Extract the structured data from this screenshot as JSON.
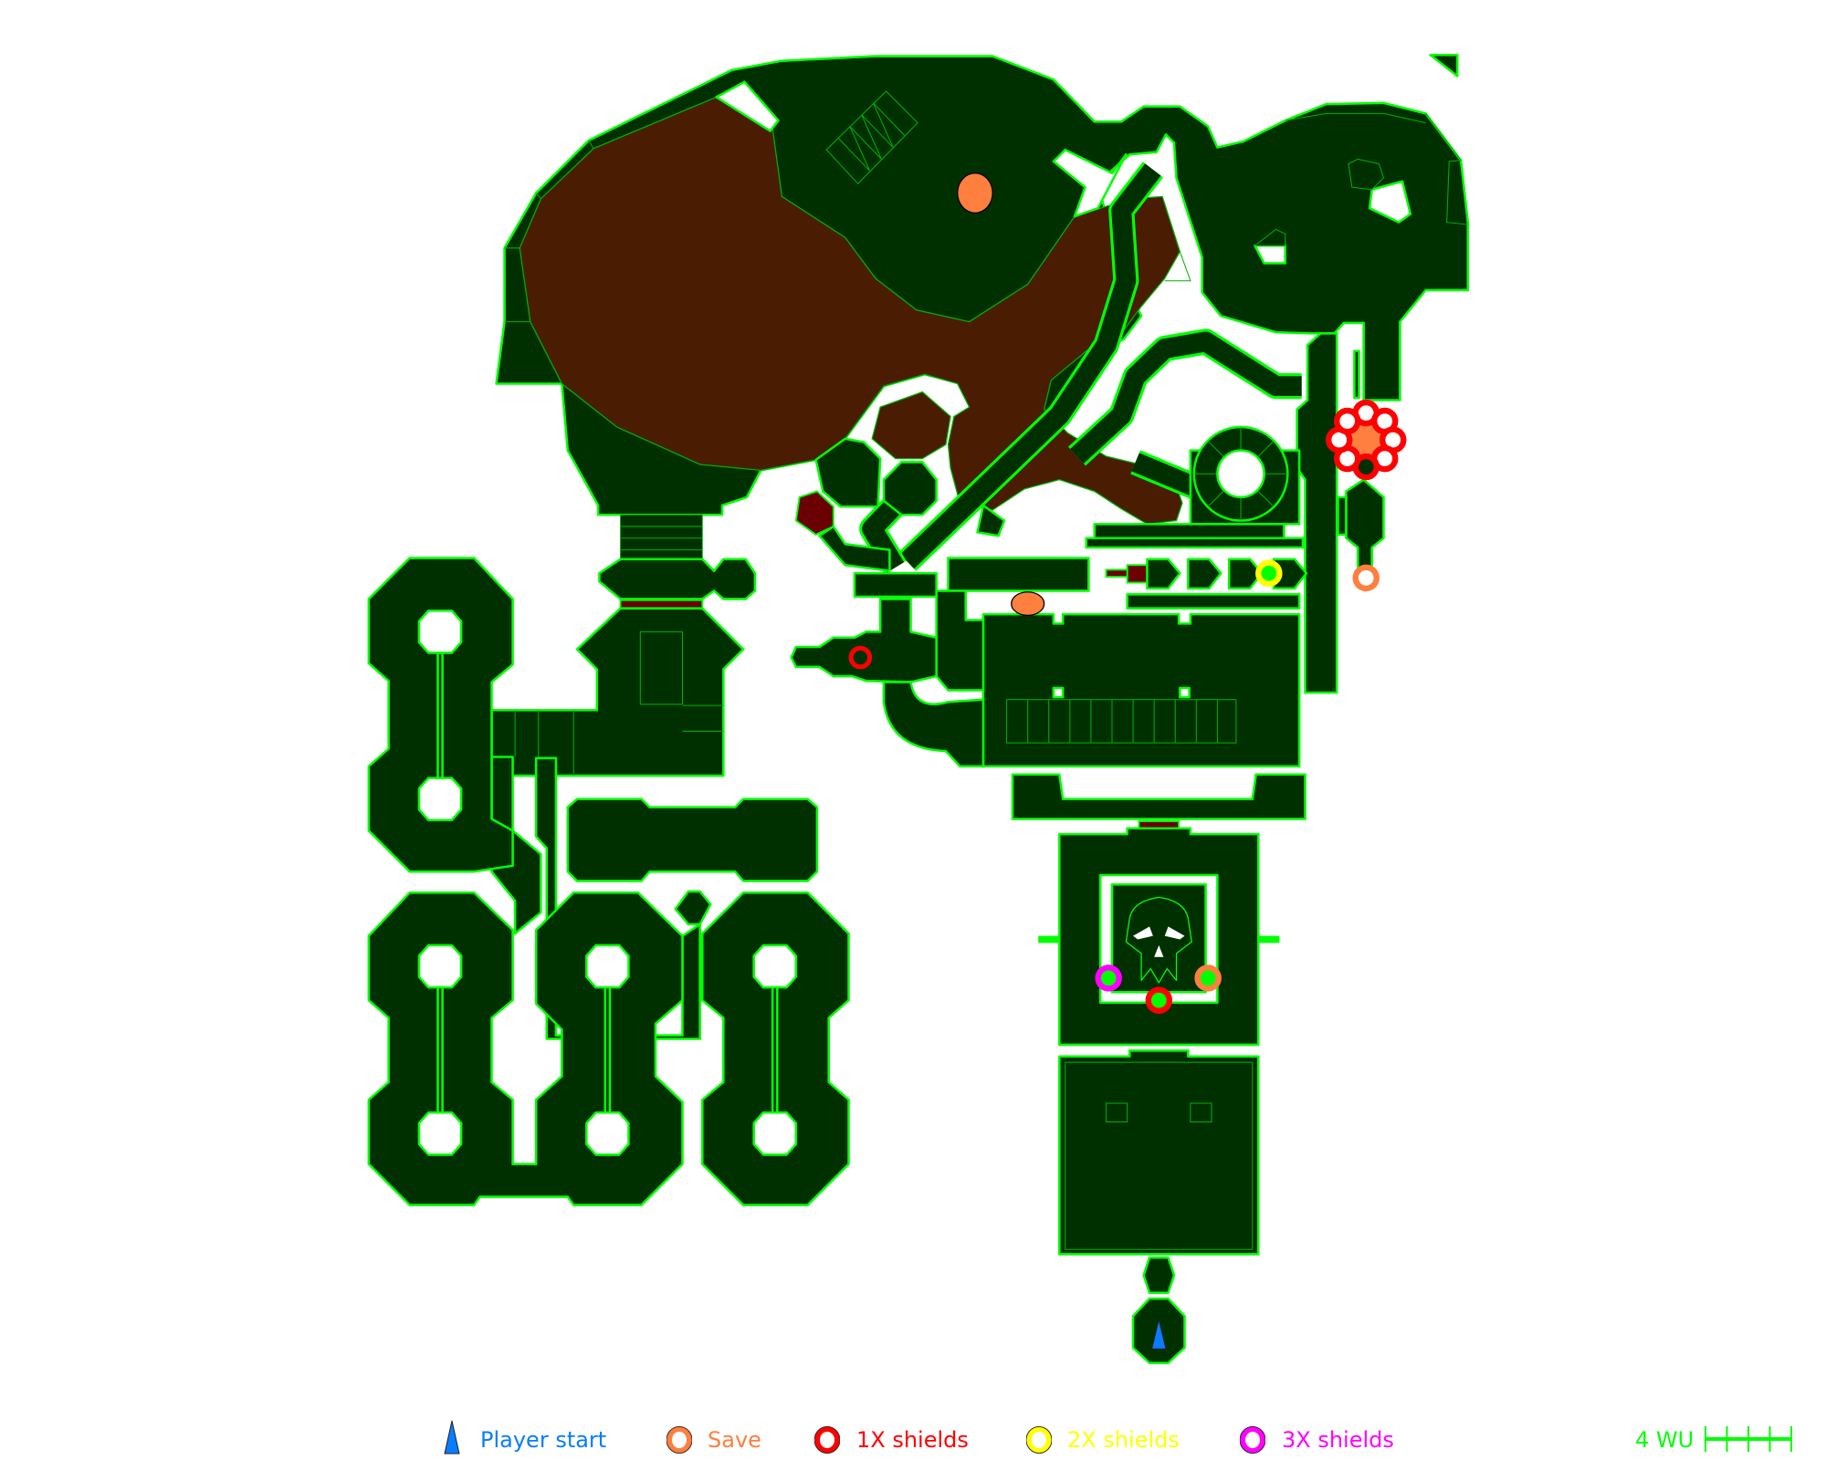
{
  "legend": {
    "items": [
      {
        "label": "Player start",
        "color": "#0a7cff",
        "icon": "player-start-triangle-icon"
      },
      {
        "label": "Save",
        "color": "#ff7f3f",
        "icon": "save-ring-icon"
      },
      {
        "label": "1X shields",
        "color": "#ff0000",
        "icon": "shield-1x-ring-icon"
      },
      {
        "label": "2X shields",
        "color": "#ffff00",
        "icon": "shield-2x-ring-icon"
      },
      {
        "label": "3X shields",
        "color": "#ff00ff",
        "icon": "shield-3x-ring-icon"
      }
    ],
    "scale_label": "4 WU",
    "scale_color": "#00ff00"
  },
  "colors": {
    "floor": "#003000",
    "wall": "#00ff00",
    "lava": "#4a1c02",
    "hazard": "#6b0000"
  }
}
